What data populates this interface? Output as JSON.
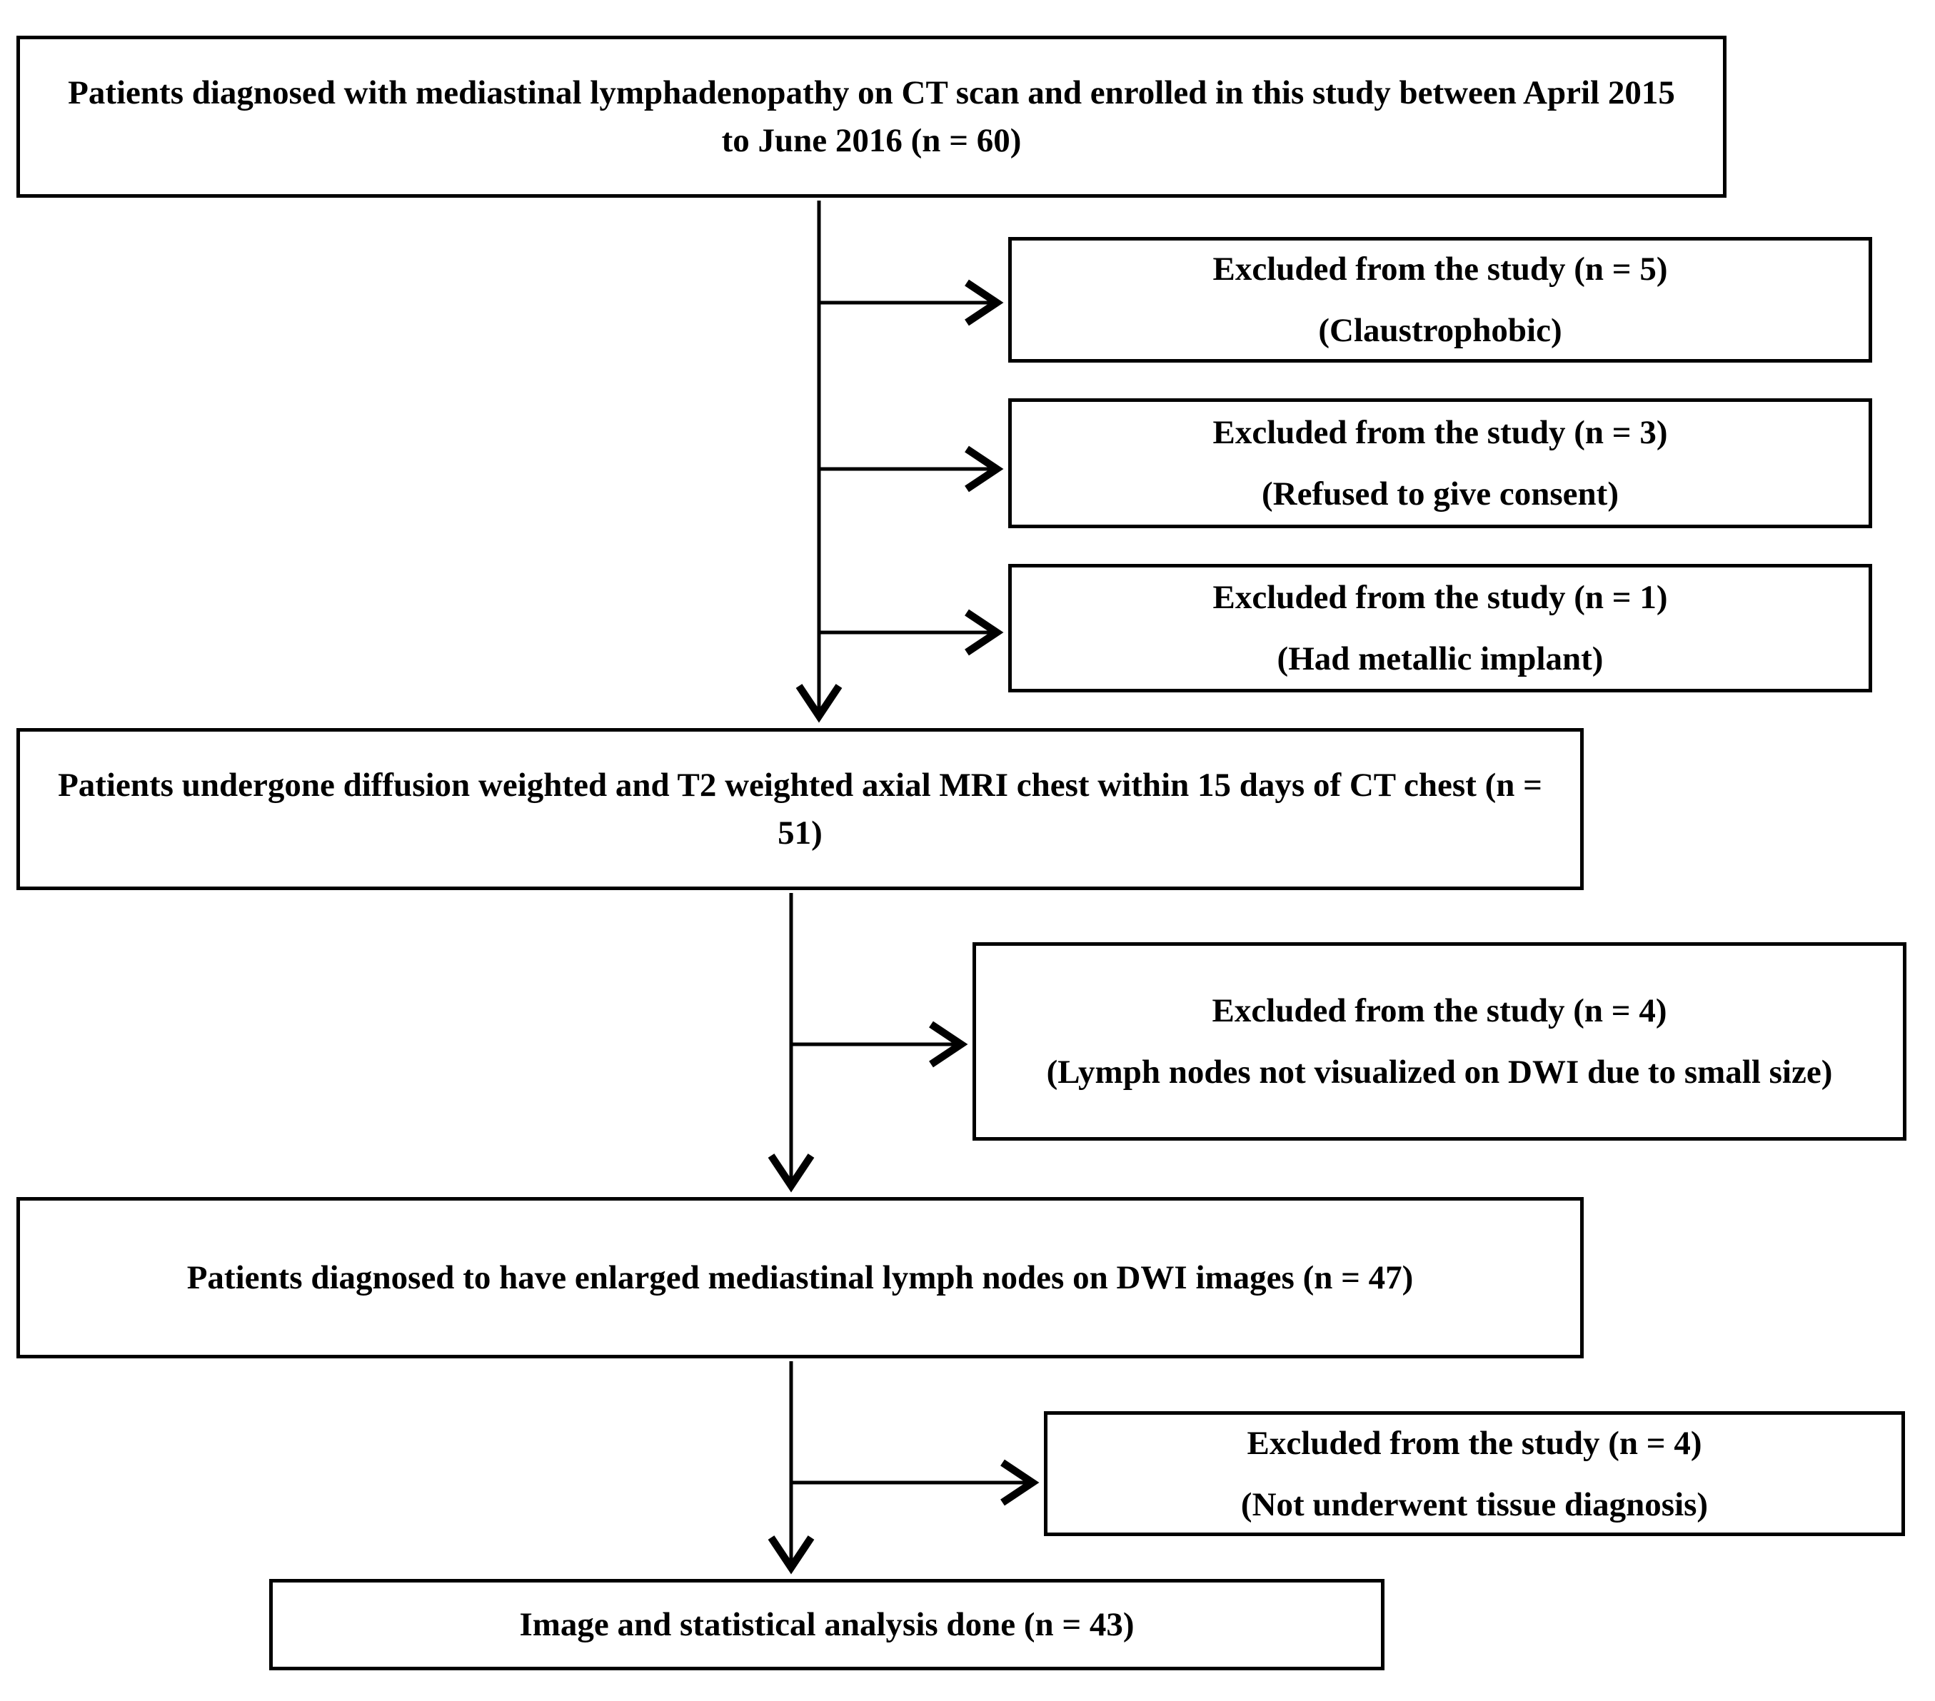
{
  "colors": {
    "ink": "#000000",
    "background": "#ffffff"
  },
  "diagram": {
    "type": "patient-flow-diagram",
    "boxes": {
      "enrolled": {
        "text": "Patients diagnosed with mediastinal lymphadenopathy on CT scan and enrolled in this study between April 2015 to June 2016 (n = 60)",
        "n": 60
      },
      "mri": {
        "text": "Patients undergone diffusion weighted and T2 weighted axial MRI chest within 15 days of CT chest (n = 51)",
        "n": 51
      },
      "dwi": {
        "text": "Patients diagnosed to have enlarged mediastinal lymph nodes on DWI images (n = 47)",
        "n": 47
      },
      "analysis": {
        "text": "Image and statistical analysis done (n = 43)",
        "n": 43
      }
    },
    "exclusions": {
      "claustrophobic": {
        "title": "Excluded from the study (n = 5)",
        "reason": "(Claustrophobic)",
        "n": 5
      },
      "consent": {
        "title": "Excluded from the study (n = 3)",
        "reason": "(Refused to give consent)",
        "n": 3
      },
      "implant": {
        "title": "Excluded from the study (n = 1)",
        "reason": "(Had metallic implant)",
        "n": 1
      },
      "dwi_small": {
        "title": "Excluded from the study (n = 4)",
        "reason": "(Lymph nodes not visualized on DWI due to small size)",
        "n": 4
      },
      "tissue": {
        "title": "Excluded from the study (n = 4)",
        "reason": "(Not underwent tissue diagnosis)",
        "n": 4
      }
    }
  }
}
